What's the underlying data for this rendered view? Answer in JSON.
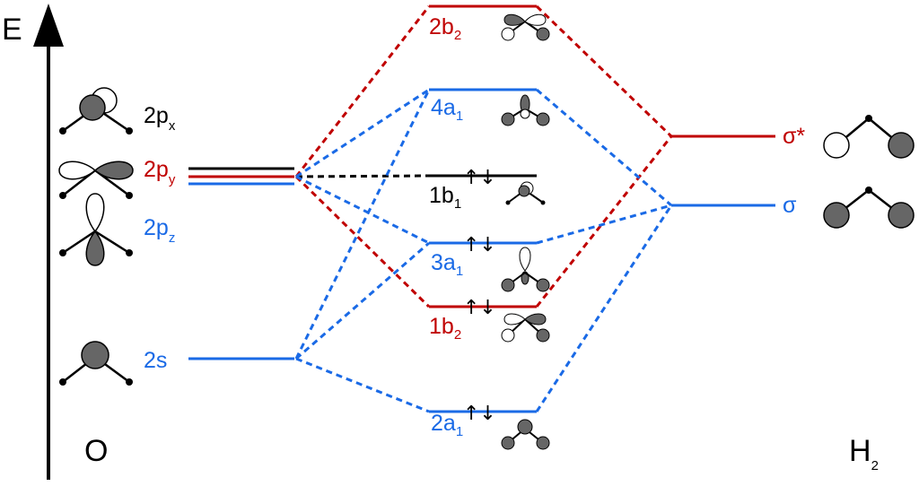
{
  "colors": {
    "black": "#000000",
    "blue": "#1a6ae6",
    "red": "#c00000",
    "lobe_fill": "#666666"
  },
  "axis": {
    "label": "E"
  },
  "left": {
    "group_label": "O",
    "levels": [
      {
        "name": "2p",
        "subscript": "x",
        "color": "black"
      },
      {
        "name": "2p",
        "subscript": "y",
        "color": "red"
      },
      {
        "name": "2p",
        "subscript": "z",
        "color": "blue"
      },
      {
        "name": "2s",
        "subscript": "",
        "color": "blue"
      }
    ]
  },
  "center": {
    "levels": [
      {
        "name": "2b",
        "subscript": "2",
        "color": "red",
        "electrons": 0
      },
      {
        "name": "4a",
        "subscript": "1",
        "color": "blue",
        "electrons": 0
      },
      {
        "name": "1b",
        "subscript": "1",
        "color": "black",
        "electrons": 2
      },
      {
        "name": "3a",
        "subscript": "1",
        "color": "blue",
        "electrons": 2
      },
      {
        "name": "1b",
        "subscript": "2",
        "color": "red",
        "electrons": 2
      },
      {
        "name": "2a",
        "subscript": "1",
        "color": "blue",
        "electrons": 2
      }
    ],
    "electron_pair": "↑↓"
  },
  "right": {
    "group_label": "H",
    "group_subscript": "2",
    "levels": [
      {
        "name": "σ*",
        "color": "red"
      },
      {
        "name": "σ",
        "color": "blue"
      }
    ]
  }
}
